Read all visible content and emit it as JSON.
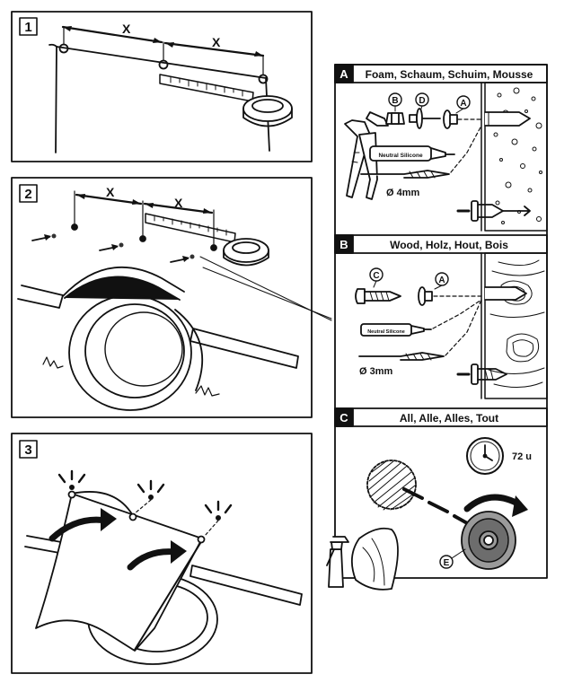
{
  "panels": {
    "p1": {
      "number": "1",
      "x_top_left": "X",
      "x_top_right": "X"
    },
    "p2": {
      "number": "2",
      "x_left": "X",
      "x_right": "X"
    },
    "p3": {
      "number": "3"
    }
  },
  "details": {
    "a": {
      "letter": "A",
      "title": "Foam, Schaum, Schuim, Mousse",
      "callout_b": "B",
      "callout_d": "D",
      "callout_a": "A",
      "silicone_label": "Neutral Silicone",
      "drill_size": "Ø 4mm"
    },
    "b": {
      "letter": "B",
      "title": "Wood, Holz, Hout, Bois",
      "callout_c": "C",
      "callout_a": "A",
      "silicone_label": "Neutral Silicone",
      "drill_size": "Ø 3mm"
    },
    "c": {
      "letter": "C",
      "title": "All, Alle, Alles, Tout",
      "cure_time": "72 u",
      "callout_e": "E"
    }
  },
  "colors": {
    "ink": "#111111",
    "fill": "#ffffff",
    "gray": "#9a9a9a",
    "dark_gray": "#6d6d6d"
  }
}
